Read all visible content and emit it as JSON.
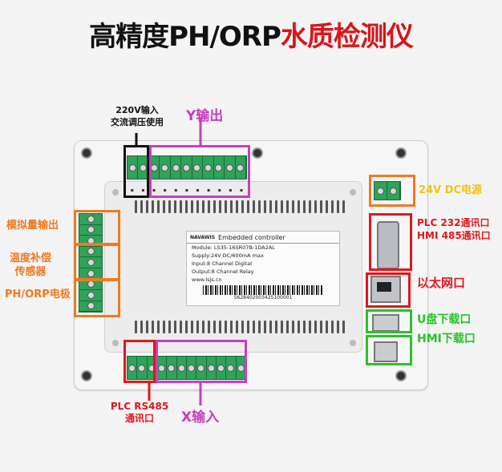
{
  "title": {
    "part1": "高精度PH/ORP",
    "part2": "水质检测仪"
  },
  "labels": {
    "power_220": {
      "line1": "220V输入",
      "line2": "交流调压使用"
    },
    "y_output": "Y输出",
    "analog_output": "模拟量输出",
    "temp_comp": {
      "line1": "温度补偿",
      "line2": "传感器"
    },
    "ph_orp_electrode": "PH/ORP电极",
    "power_24v": "24V DC电源",
    "plc_hmi_comm": {
      "line1": "PLC 232通讯口",
      "line2": "HMI 485通讯口"
    },
    "ethernet": "以太网口",
    "u_disk": "U盘下载口",
    "hmi_download": "HMI下载口",
    "plc_rs485": {
      "line1": "PLC RS485",
      "line2": "通讯口"
    },
    "x_input": "X输入"
  },
  "sticker": {
    "brand": "NAVAWIS",
    "heading": "Embedded controller",
    "model": "Module: LS35-16SR07B-1DA2AL",
    "supply": "Supply:24V  DC/600mA max",
    "input": "Input:8 Channel Digital",
    "output": "Output:8 Channel Relay",
    "website": "www.lsjs.cn",
    "serial": "5628402003425100001"
  },
  "colors": {
    "title_black": "#111111",
    "title_red": "#d8161b",
    "magenta": "#c63fbf",
    "orange": "#ee7a22",
    "red": "#e0171d",
    "green": "#27c427",
    "yellow": "#f2c21b",
    "terminal_green": "#2ea35a"
  }
}
